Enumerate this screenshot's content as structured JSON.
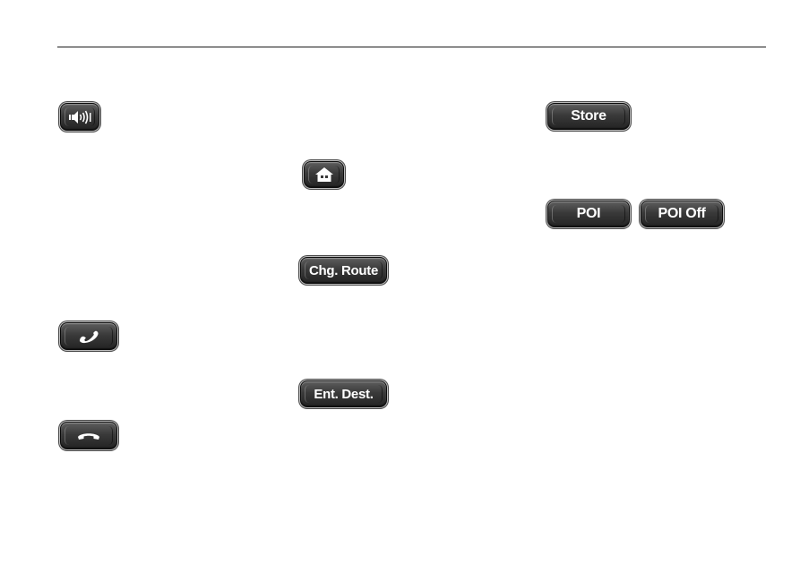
{
  "buttons": {
    "speaker": {
      "icon": "speaker-volume-icon"
    },
    "store": {
      "label": "Store"
    },
    "home": {
      "icon": "home-icon"
    },
    "poi": {
      "label": "POI"
    },
    "poi_off": {
      "label": "POI Off"
    },
    "change_route": {
      "label": "Chg. Route"
    },
    "call": {
      "icon": "phone-call-icon"
    },
    "enter_destination": {
      "label": "Ent. Dest."
    },
    "hang_up": {
      "icon": "phone-hangup-icon"
    }
  },
  "colors": {
    "button_face": "#3a3a3a",
    "button_text": "#ffffff",
    "rule": "#1a1a1a"
  }
}
